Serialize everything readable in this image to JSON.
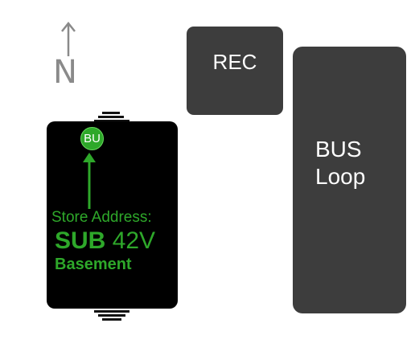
{
  "map": {
    "north": {
      "label": "N",
      "icon": "north-arrow-icon"
    },
    "rooms": {
      "rec": {
        "label": "REC",
        "color": "#3d3d3d"
      },
      "bus": {
        "label_line1": "BUS",
        "label_line2": "Loop",
        "color": "#3d3d3d"
      }
    },
    "store": {
      "badge": "BU",
      "address_label": "Store Address:",
      "code_prefix": "SUB",
      "code_number": "42V",
      "floor": "Basement",
      "accent_color": "#2ea82a",
      "background_color": "#000000"
    }
  }
}
